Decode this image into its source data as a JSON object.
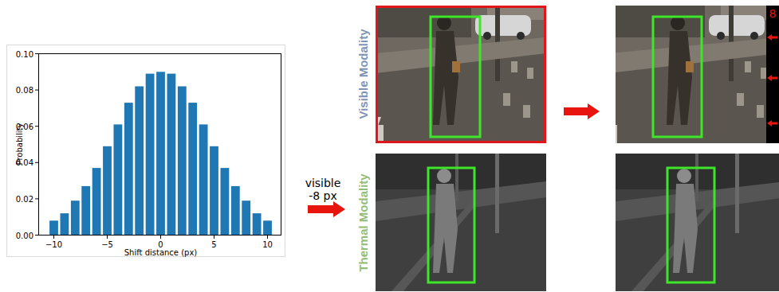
{
  "diagram": {
    "labels": [
      "0.10",
      "0.08",
      "0.06",
      "0.04",
      "0.02",
      "0.00",
      "−10",
      "−5",
      "0",
      "5",
      "10",
      "Probability",
      "Shift distance (px)",
      "visible",
      "-8 px",
      "Visible Modality",
      "Thermal Modality",
      "8"
    ]
  }
}
